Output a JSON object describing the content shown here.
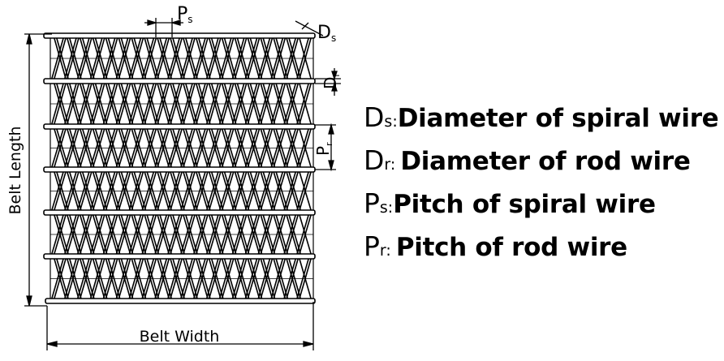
{
  "dimensions": {
    "belt_length": "Belt Length",
    "belt_width": "Belt Width",
    "ps": {
      "main": "P",
      "sub": "s"
    },
    "ds": {
      "main": "D",
      "sub": "s"
    },
    "dr": {
      "main": "D",
      "sub": "r"
    },
    "pr": {
      "main": "P",
      "sub": "r"
    }
  },
  "legend": [
    {
      "symbol": "D",
      "sub": "s:",
      "text": "Diameter of spiral wire"
    },
    {
      "symbol": "D",
      "sub": "r: ",
      "text": "Diameter of rod wire"
    },
    {
      "symbol": "P",
      "sub": "s:",
      "text": "Pitch of spiral wire"
    },
    {
      "symbol": "P",
      "sub": "r: ",
      "text": "Pitch of rod wire"
    }
  ]
}
